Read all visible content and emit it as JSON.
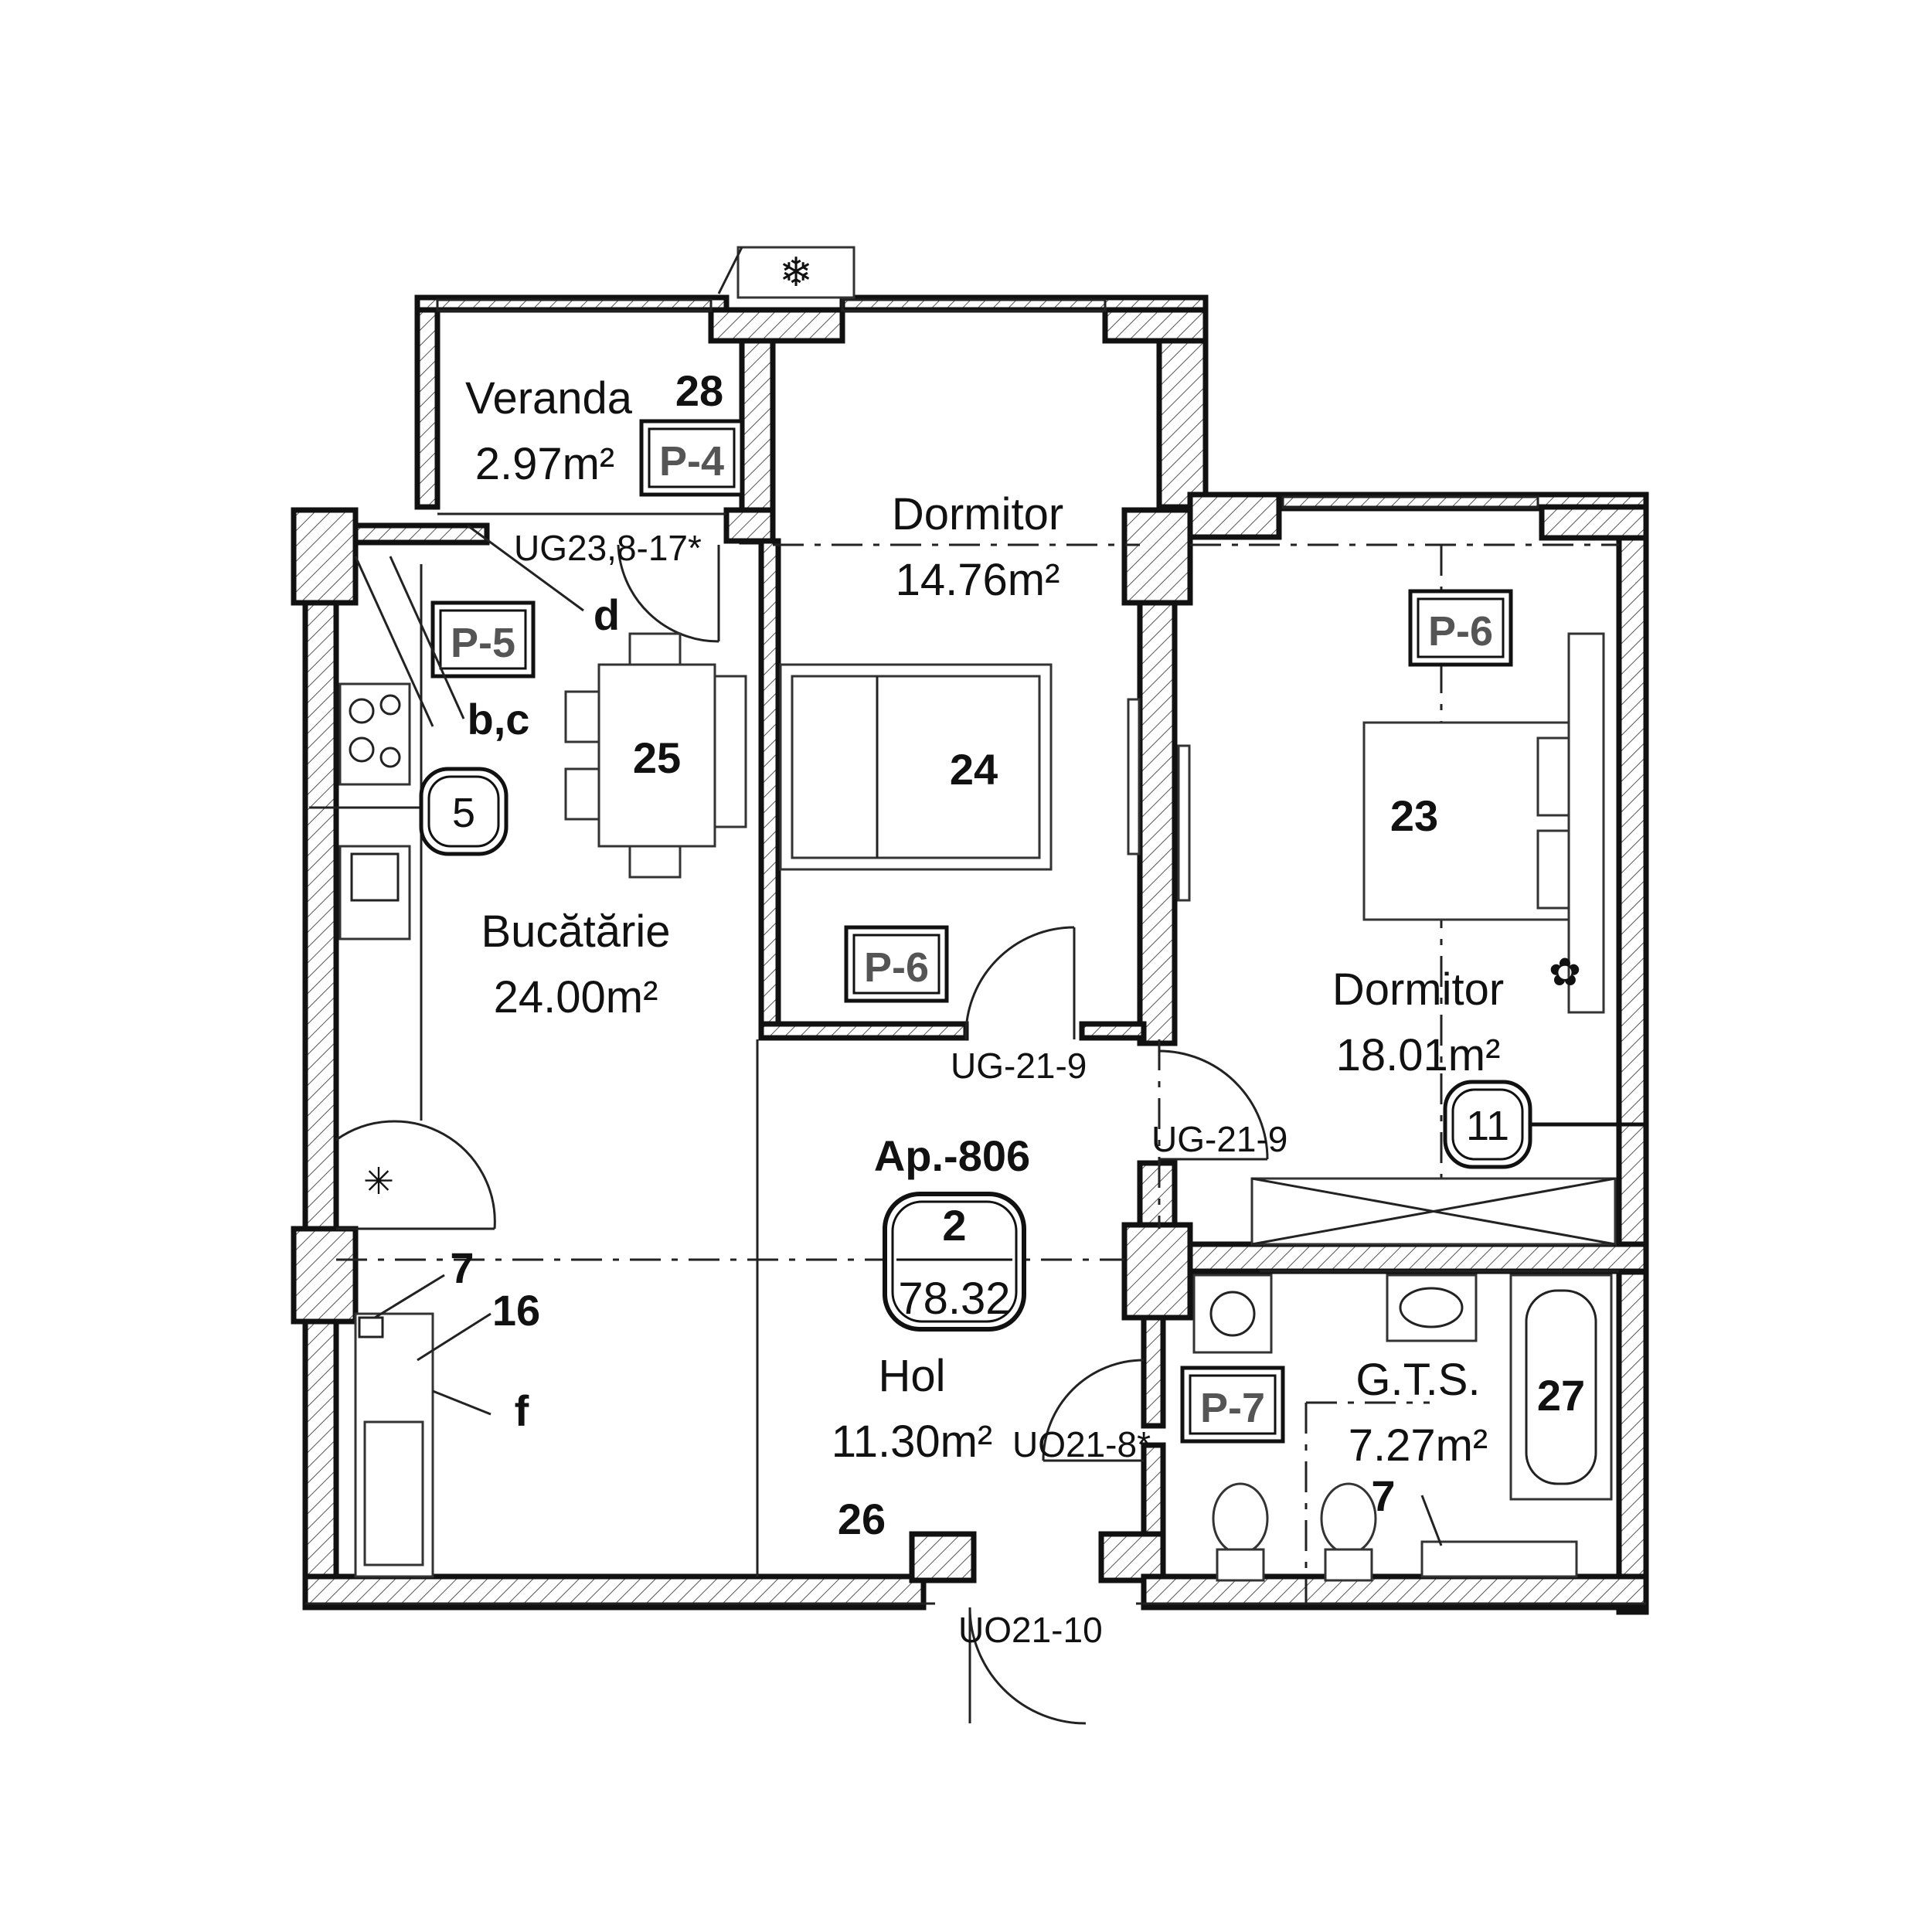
{
  "apartment": {
    "label": "Ap.-806",
    "rooms": "2",
    "area": "78.32"
  },
  "rooms": {
    "veranda": {
      "name": "Veranda",
      "area": "2.97m²",
      "number": "28",
      "tag": "P-4"
    },
    "bedroom1": {
      "name": "Dormitor",
      "area": "14.76m²",
      "number": "24",
      "tag": "P-6"
    },
    "bedroom2": {
      "name": "Dormitor",
      "area": "18.01m²",
      "number": "23",
      "tag": "P-6"
    },
    "kitchen": {
      "name": "Bucătărie",
      "area": "24.00m²",
      "number": "25",
      "tag": "P-5"
    },
    "hall": {
      "name": "Hol",
      "area": "11.30m²",
      "number": "26"
    },
    "bathroom": {
      "name": "G.T.S.",
      "area": "7.27m²",
      "number": "27",
      "tag": "P-7"
    }
  },
  "doors": {
    "veranda_door": "UG23,8-17*",
    "bedroom1_door": "UG-21-9",
    "bedroom2_door": "UG-21-9",
    "bathroom_door": "UO21-8*",
    "entrance_door": "UO21-10"
  },
  "markers": {
    "d": "d",
    "bc": "b,c",
    "f": "f",
    "seven_left": "7",
    "sixteen": "16",
    "seven_right": "7",
    "circle_kitchen": "5",
    "circle_bedroom": "11"
  }
}
